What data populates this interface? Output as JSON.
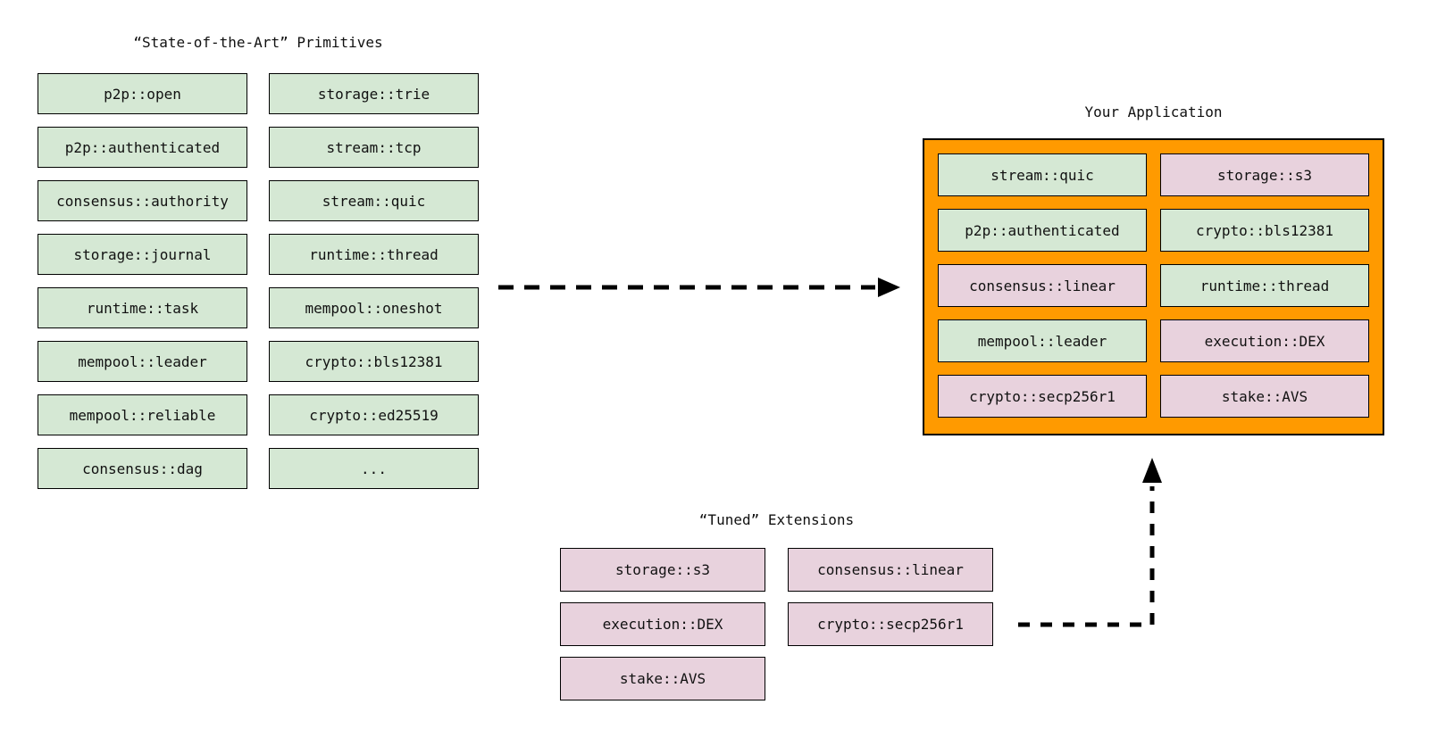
{
  "colors": {
    "green_fill": "#d5e8d4",
    "pink_fill": "#e8d2dd",
    "orange_fill": "#ff9a00",
    "box_border": "#000000",
    "text": "#111111",
    "arrow": "#000000"
  },
  "primitives": {
    "title": "“State-of-the-Art” Primitives",
    "columns": [
      [
        "p2p::open",
        "p2p::authenticated",
        "consensus::authority",
        "storage::journal",
        "runtime::task",
        "mempool::leader",
        "mempool::reliable",
        "consensus::dag"
      ],
      [
        "storage::trie",
        "stream::tcp",
        "stream::quic",
        "runtime::thread",
        "mempool::oneshot",
        "crypto::bls12381",
        "crypto::ed25519",
        "..."
      ]
    ]
  },
  "application": {
    "title": "Your Application",
    "cells": [
      {
        "label": "stream::quic",
        "variant": "green"
      },
      {
        "label": "storage::s3",
        "variant": "pink"
      },
      {
        "label": "p2p::authenticated",
        "variant": "green"
      },
      {
        "label": "crypto::bls12381",
        "variant": "green"
      },
      {
        "label": "consensus::linear",
        "variant": "pink"
      },
      {
        "label": "runtime::thread",
        "variant": "green"
      },
      {
        "label": "mempool::leader",
        "variant": "green"
      },
      {
        "label": "execution::DEX",
        "variant": "pink"
      },
      {
        "label": "crypto::secp256r1",
        "variant": "pink"
      },
      {
        "label": "stake::AVS",
        "variant": "pink"
      }
    ]
  },
  "extensions": {
    "title": "“Tuned” Extensions",
    "columns": [
      [
        "storage::s3",
        "execution::DEX",
        "stake::AVS"
      ],
      [
        "consensus::linear",
        "crypto::secp256r1"
      ]
    ]
  },
  "connectors": {
    "primitives_to_app": "dashed-arrow-right-icon",
    "extensions_to_app": "dashed-elbow-arrow-up-icon"
  }
}
